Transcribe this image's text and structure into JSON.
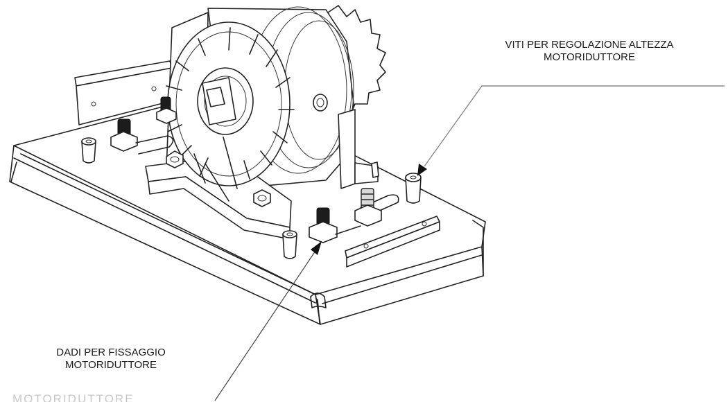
{
  "callouts": {
    "viti": {
      "line1": "VITI PER REGOLAZIONE ALTEZZA",
      "line2": "MOTORIDUTTORE"
    },
    "dadi": {
      "line1": "DADI PER FISSAGGIO",
      "line2": "MOTORIDUTTORE"
    }
  },
  "ghost_text": "MOTORIDUTTORE",
  "colors": {
    "ink": "#222222",
    "background": "#ffffff"
  }
}
